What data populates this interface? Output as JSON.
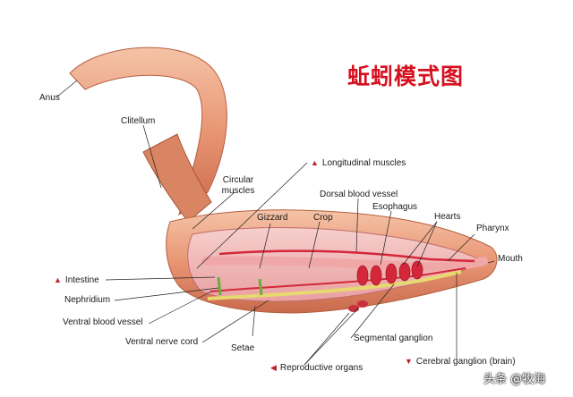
{
  "title": "蚯蚓模式图",
  "watermark": "头条 @牧海",
  "labels": {
    "anus": "Anus",
    "clitellum": "Clitellum",
    "circular_muscles": "Circular muscles",
    "longitudinal_muscles": "Longitudinal muscles",
    "dorsal_blood_vessel": "Dorsal blood vessel",
    "gizzard": "Gizzard",
    "crop": "Crop",
    "esophagus": "Esophagus",
    "hearts": "Hearts",
    "pharynx": "Pharynx",
    "mouth": "Mouth",
    "intestine": "Intestine",
    "nephridium": "Nephridium",
    "ventral_blood_vessel": "Ventral blood vessel",
    "ventral_nerve_cord": "Ventral nerve cord",
    "setae": "Setae",
    "segmental_ganglion": "Segmental ganglion",
    "reproductive_organs": "Reproductive organs",
    "cerebral_ganglion": "Cerebral ganglion (brain)"
  },
  "colors": {
    "title": "#d6101f",
    "body": "#e89a7a",
    "inner": "#f2b7b3",
    "blood": "#d4283a",
    "nerve": "#e8d870",
    "marker": "#c0202a"
  }
}
